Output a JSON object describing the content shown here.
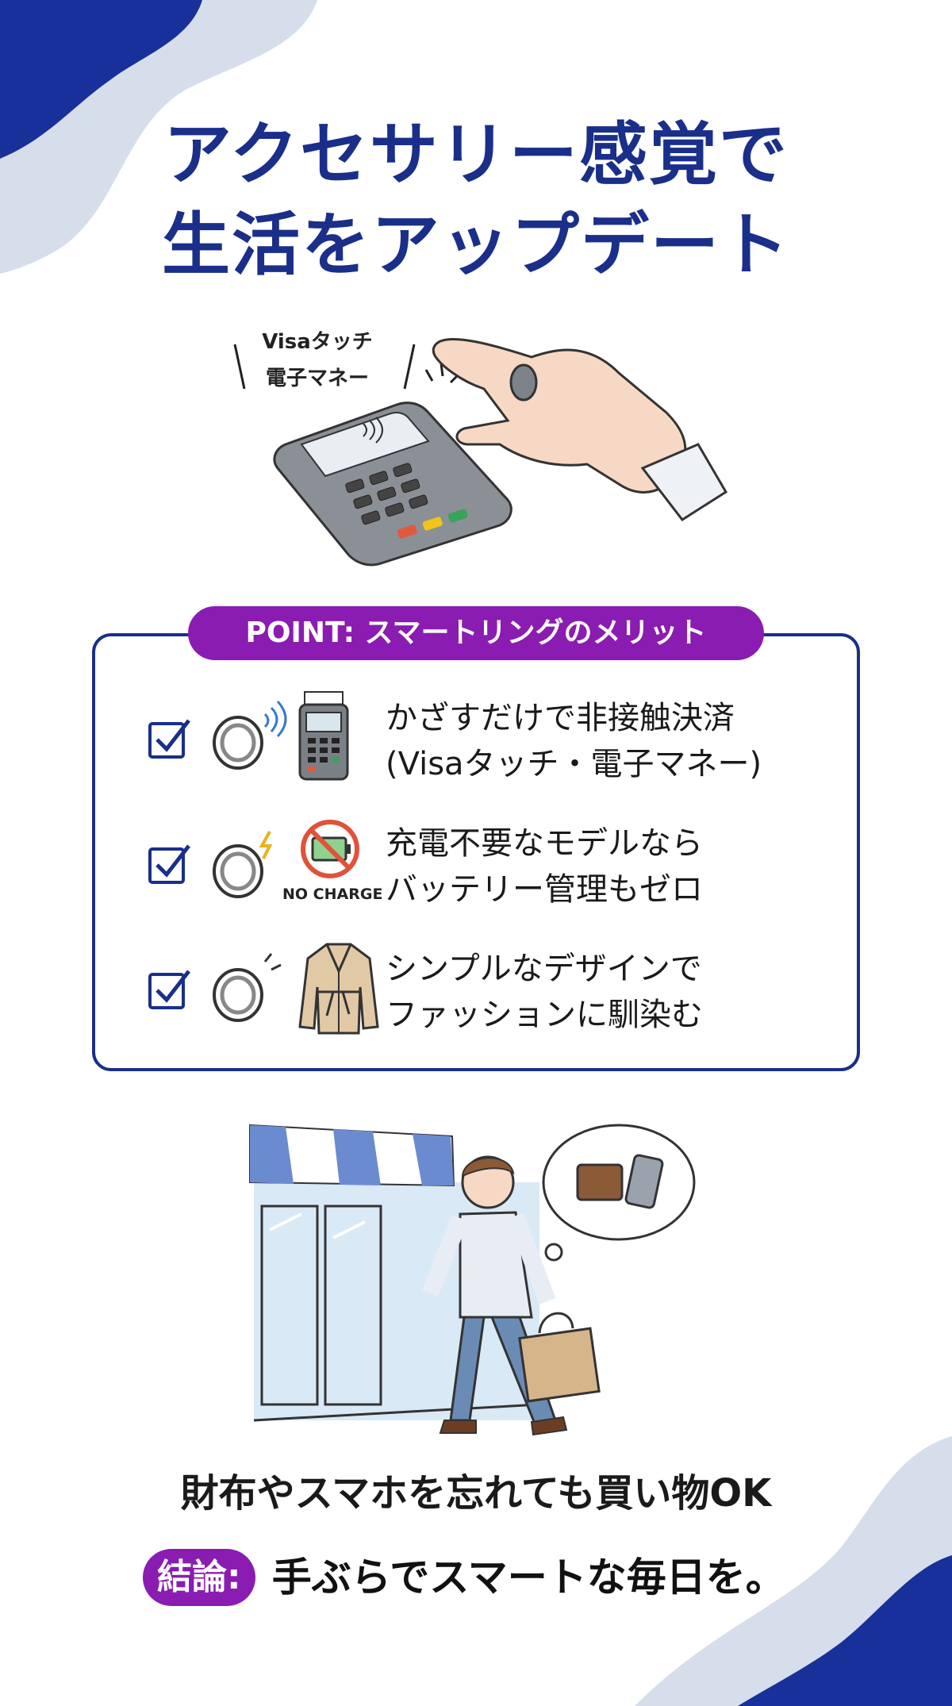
{
  "header": {
    "title_line1": "アクセサリー感覚で",
    "title_line2": "生活をアップデート"
  },
  "payment_illustration": {
    "label_line1": "Visaタッチ",
    "label_line2": "電子マネー"
  },
  "point_section": {
    "pill_label": "POINT: スマートリングのメリット",
    "items": [
      {
        "line1": "かざすだけで非接触決済",
        "line2": "(Visaタッチ・電子マネー)",
        "icon": "payment-terminal-icon"
      },
      {
        "line1": "充電不要なモデルなら",
        "line2": "バッテリー管理もゼロ",
        "icon": "no-charge-battery-icon",
        "icon_caption": "NO CHARGE"
      },
      {
        "line1": "シンプルなデザインで",
        "line2": "ファッションに馴染む",
        "icon": "coat-icon"
      }
    ]
  },
  "shopping_illustration": {
    "caption": "財布やスマホを忘れても買い物OK"
  },
  "conclusion": {
    "tag": "結論:",
    "message": "手ぶらでスマートな毎日を。"
  },
  "colors": {
    "navy": "#1a2f8a",
    "purple": "#8a1cb1",
    "light_blue": "#d6deeb"
  }
}
